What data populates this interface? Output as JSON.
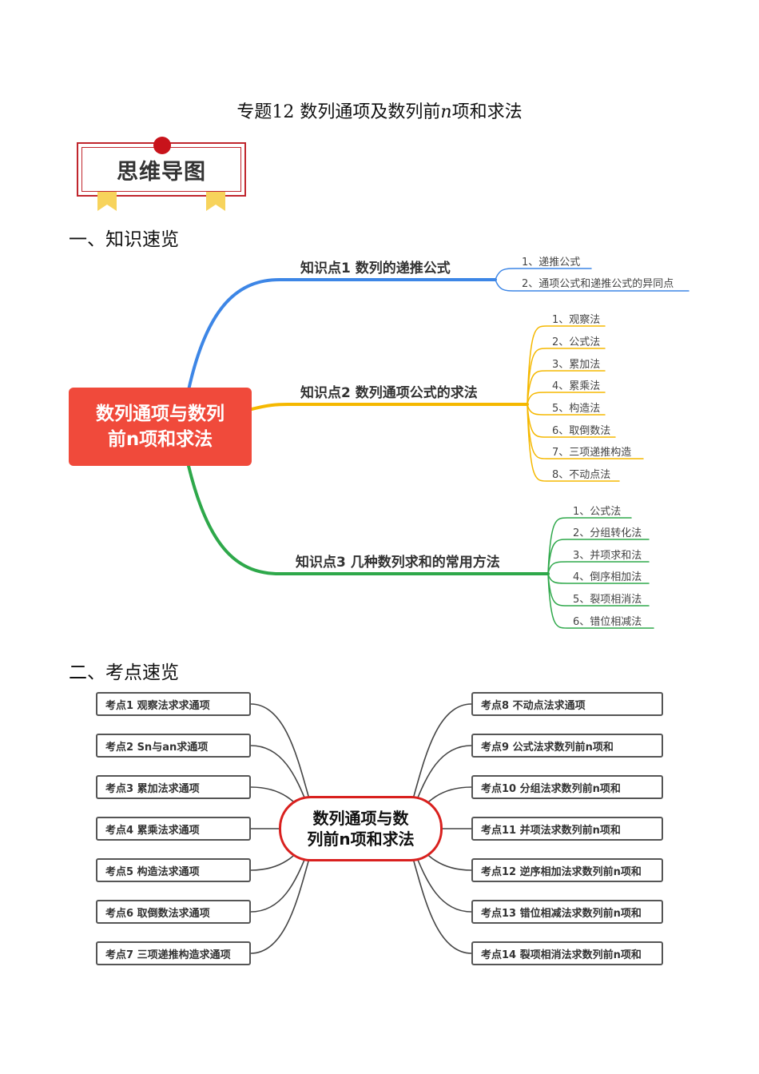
{
  "title": {
    "prefix": "专题12  数列通项及数列前",
    "italic": "n",
    "suffix": "项和求法"
  },
  "badge": "思维导图",
  "section1": "一、知识速览",
  "section2": "二、考点速览",
  "mindmap1": {
    "center_line1": "数列通项与数列",
    "center_line2": "前n项和求法",
    "branches": [
      {
        "label": "知识点1  数列的递推公式",
        "color": "#3d86e6",
        "leaves": [
          "1、递推公式",
          "2、通项公式和递推公式的异同点"
        ]
      },
      {
        "label": "知识点2  数列通项公式的求法",
        "color": "#f5b800",
        "leaves": [
          "1、观察法",
          "2、公式法",
          "3、累加法",
          "4、累乘法",
          "5、构造法",
          "6、取倒数法",
          "7、三项递推构造",
          "8、不动点法"
        ]
      },
      {
        "label": "知识点3  几种数列求和的常用方法",
        "color": "#2ea84a",
        "leaves": [
          "1、公式法",
          "2、分组转化法",
          "3、并项求和法",
          "4、倒序相加法",
          "5、裂项相消法",
          "6、错位相减法"
        ]
      }
    ]
  },
  "mindmap2": {
    "center_line1": "数列通项与数",
    "center_line2": "列前n项和求法",
    "left": [
      "考点1  观察法求求通项",
      "考点2  Sn与an求通项",
      "考点3  累加法求通项",
      "考点4  累乘法求通项",
      "考点5  构造法求通项",
      "考点6  取倒数法求通项",
      "考点7  三项递推构造求通项"
    ],
    "right": [
      "考点8  不动点法求通项",
      "考点9  公式法求数列前n项和",
      "考点10  分组法求数列前n项和",
      "考点11  并项法求数列前n项和",
      "考点12  逆序相加法求数列前n项和",
      "考点13  错位相减法求数列前n项和",
      "考点14  裂项相消法求数列前n项和"
    ]
  }
}
